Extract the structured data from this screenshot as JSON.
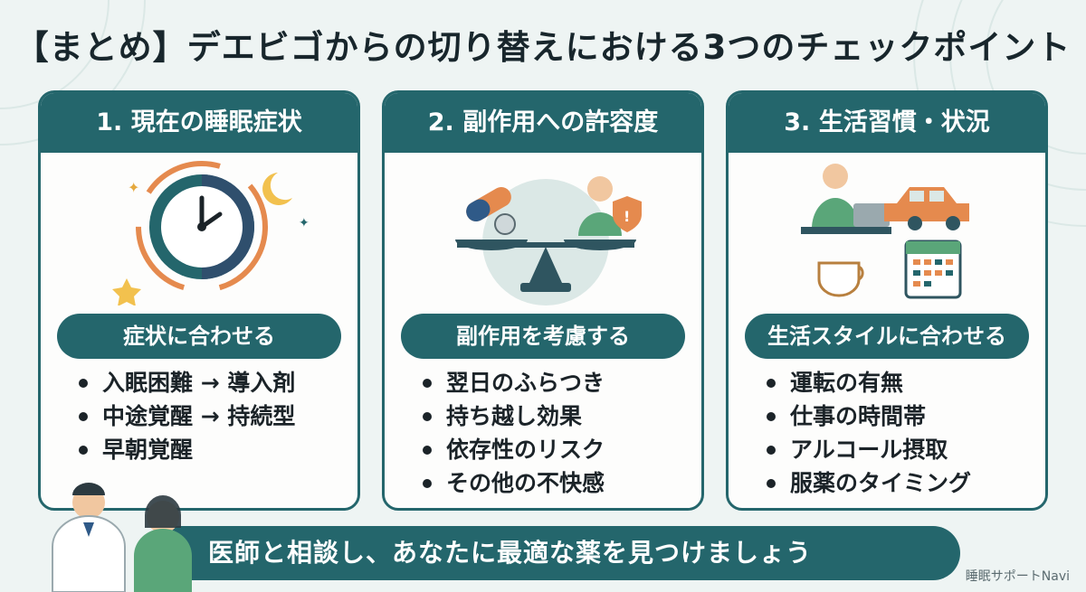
{
  "title": "【まとめ】デエビゴからの切り替えにおける3つのチェックポイント",
  "colors": {
    "primary": "#24666c",
    "background": "#eef4f3",
    "accent_orange": "#e58a4e"
  },
  "cards": [
    {
      "header": "1. 現在の睡眠症状",
      "icon": "clock-moon-icon",
      "pill": "症状に合わせる",
      "items": [
        "入眠困難 → 導入剤",
        "中途覚醒 → 持続型",
        "早朝覚醒"
      ]
    },
    {
      "header": "2. 副作用への許容度",
      "icon": "balance-scale-icon",
      "pill": "副作用を考慮する",
      "items": [
        "翌日のふらつき",
        "持ち越し効果",
        "依存性のリスク",
        "その他の不快感"
      ]
    },
    {
      "header": "3. 生活習慣・状況",
      "icon": "lifestyle-icon",
      "pill": "生活スタイルに合わせる",
      "items": [
        "運転の有無",
        "仕事の時間帯",
        "アルコール摂取",
        "服薬のタイミング"
      ]
    }
  ],
  "banner": "医師と相談し、あなたに最適な薬を見つけましょう",
  "watermark": "睡眠サポートNavi"
}
